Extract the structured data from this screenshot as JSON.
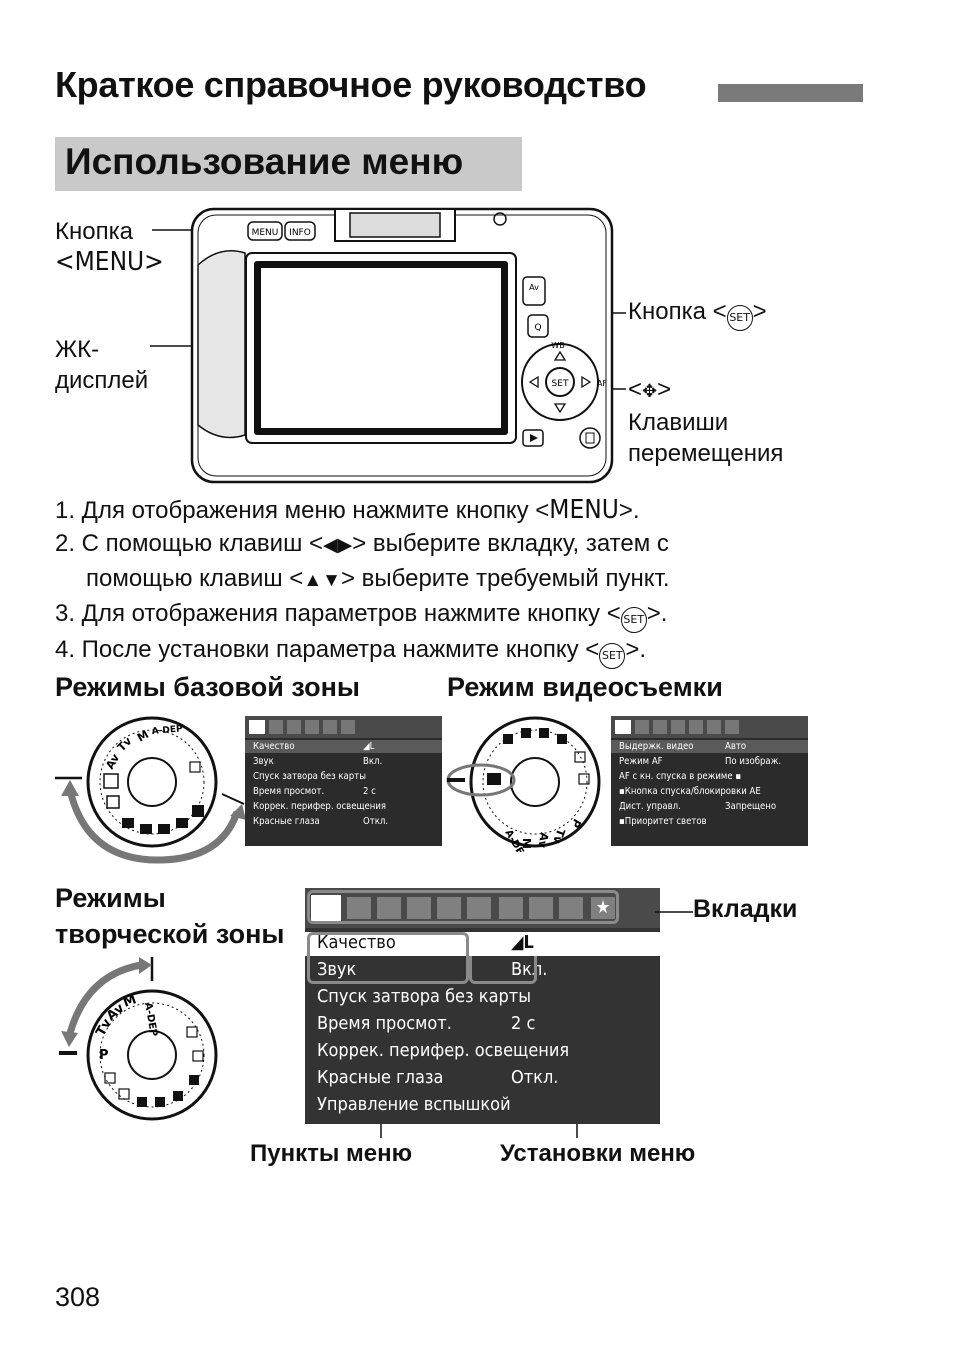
{
  "page": {
    "title": "Краткое справочное руководство",
    "section_title": "Использование меню",
    "page_number": "308"
  },
  "camera_diagram": {
    "menu_button_label_1": "Кнопка",
    "menu_button_label_2": "<MENU>",
    "lcd_label_1": "ЖК-",
    "lcd_label_2": "дисплей",
    "set_button_label": "Кнопка <",
    "set_button_label_end": ">",
    "set_glyph": "SET",
    "cross_keys_label_1": "<",
    "cross_keys_label_end": ">",
    "cross_keys_label_2": "Клавиши",
    "cross_keys_label_3": "перемещения",
    "btn_menu": "MENU",
    "btn_info": "INFO",
    "btn_av": "Av",
    "btn_wb": "WB",
    "btn_af": "AF"
  },
  "steps": {
    "s1_pre": "1. Для отображения меню нажмите кнопку <",
    "s1_menu": "MENU",
    "s1_post": ">.",
    "s2a_pre": "2. С помощью клавиш <",
    "s2a_arrows": "◀▶",
    "s2a_post": "> выберите вкладку, затем с",
    "s2b_pre": "помощью клавиш <",
    "s2b_arrows": "▲▼",
    "s2b_post": "> выберите требуемый пункт.",
    "s3_pre": "3. Для отображения параметров нажмите кнопку <",
    "s3_post": ">.",
    "s4_pre": "4. После установки параметра нажмите кнопку <",
    "s4_post": ">.",
    "set_glyph": "SET"
  },
  "basic_zone": {
    "heading": "Режимы базовой зоны",
    "menu_rows": [
      {
        "item": "Качество",
        "value": "◢L"
      },
      {
        "item": "Звук",
        "value": "Вкл."
      },
      {
        "item": "Спуск затвора без карты",
        "value": ""
      },
      {
        "item": "Время просмот.",
        "value": "2 с"
      },
      {
        "item": "Коррек. перифер. освещения",
        "value": ""
      },
      {
        "item": "Красные глаза",
        "value": "Откл."
      }
    ]
  },
  "movie_mode": {
    "heading": "Режим видеосъемки",
    "menu_rows": [
      {
        "item": "Выдержк. видео",
        "value": "Авто"
      },
      {
        "item": "Режим AF",
        "value": "По изображ."
      },
      {
        "item": "AF с кн. спуска в режиме ▪",
        "value": ""
      },
      {
        "item": "▪Кнопка спуска/блокировки AE",
        "value": ""
      },
      {
        "item": "Дист. управл.",
        "value": "Запрещено"
      },
      {
        "item": "▪Приоритет светов",
        "value": ""
      }
    ]
  },
  "creative_zone": {
    "heading_1": "Режимы",
    "heading_2": "творческой зоны",
    "tabs_label": "Вкладки",
    "menu_items_label": "Пункты меню",
    "menu_settings_label": "Установки меню",
    "menu_rows": [
      {
        "item": "Качество",
        "value": "◢L"
      },
      {
        "item": "Звук",
        "value": "Вкл."
      },
      {
        "item": "Спуск затвора без карты",
        "value": ""
      },
      {
        "item": "Время просмот.",
        "value": "2 с"
      },
      {
        "item": "Коррек. перифер. освещения",
        "value": ""
      },
      {
        "item": "Красные глаза",
        "value": "Откл."
      },
      {
        "item": "Управление вспышкой",
        "value": ""
      }
    ]
  },
  "dials": {
    "p": "P",
    "tv": "Tv",
    "av": "Av",
    "m": "M",
    "adep": "A-DEP"
  }
}
